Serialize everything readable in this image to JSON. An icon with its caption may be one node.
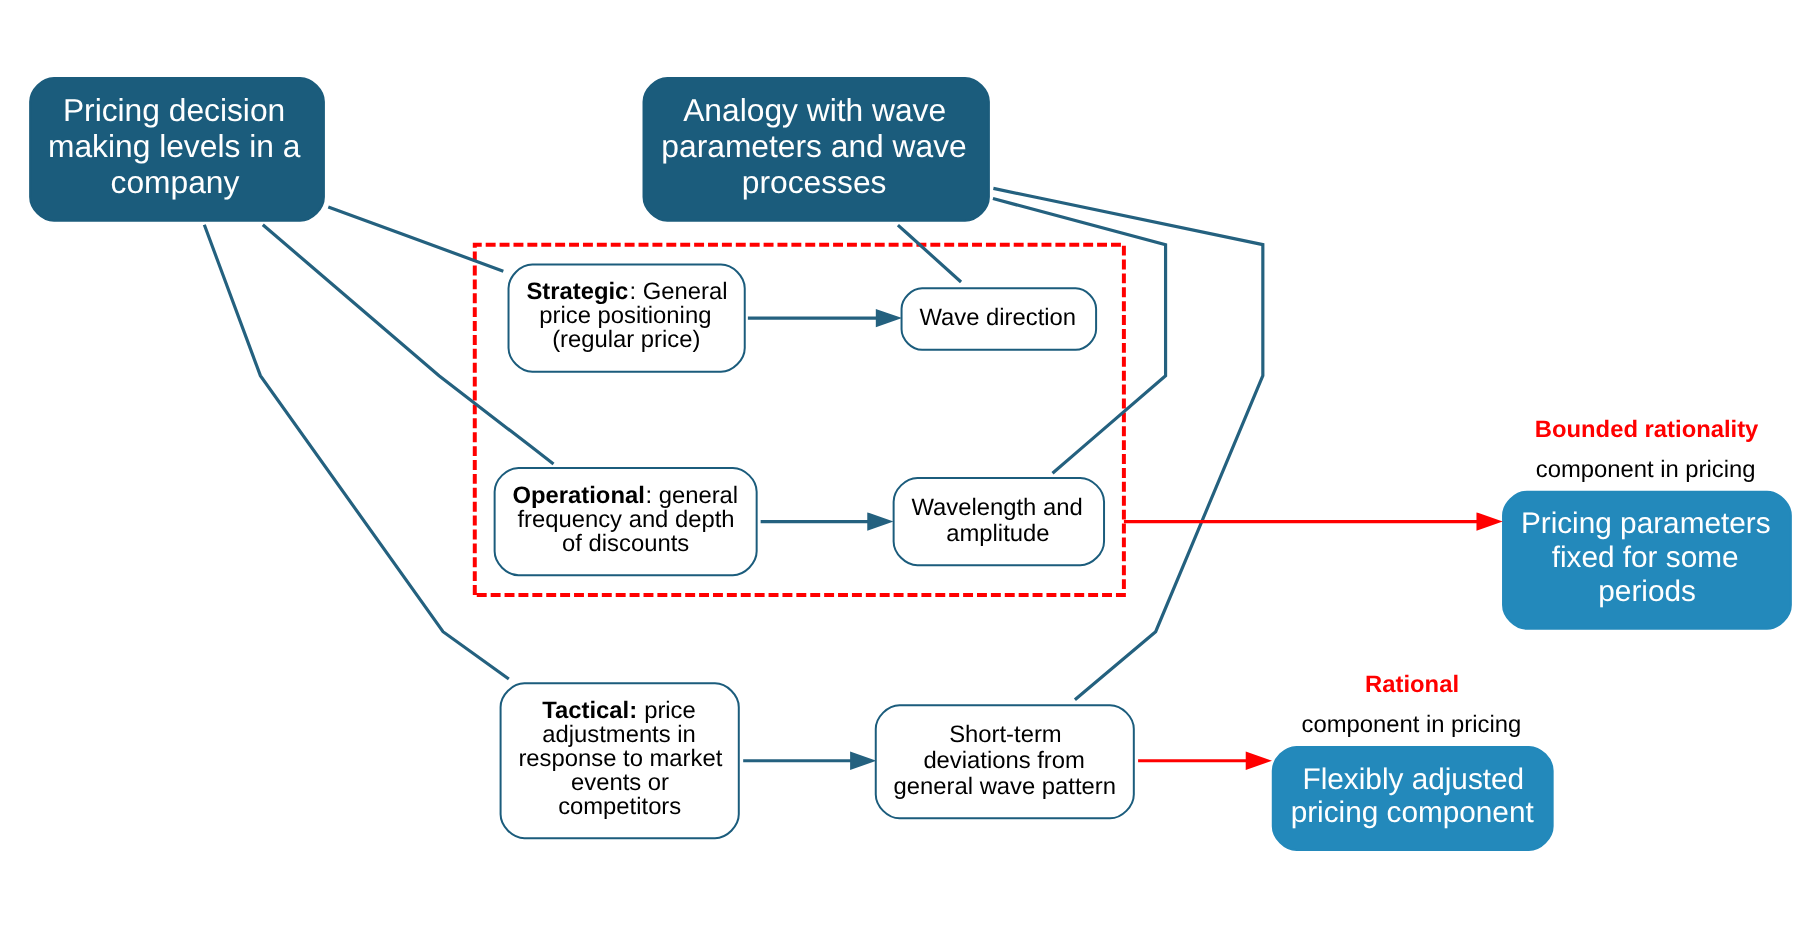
{
  "diagram": {
    "nodes": [
      {
        "text": [
          "Pricing decision making levels in a company"
        ]
      },
      {
        "text": [
          "Analogy with wave parameters and wave processes"
        ]
      },
      {
        "text": [],
        "shape": "box"
      },
      {
        "text": [
          "**Strategic**: General price positioning (regular price)"
        ],
        "in": 2
      },
      {
        "text": [
          "Wave direction"
        ],
        "in": 2
      },
      {
        "text": [
          "**Operational**: general frequency and depth of discounts"
        ],
        "in": 2
      },
      {
        "text": [
          "Wavelength and amplitude"
        ],
        "in": 2
      },
      {
        "text": [
          "**Tactical:** price adjustments in response to market events or competitors"
        ]
      },
      {
        "text": [
          "Short-term deviations from general wave pattern"
        ]
      },
      {
        "text": [
          "Pricing parameters fixed for some periods"
        ],
        "beside": [
          "Bounded rationality",
          "component in pricing"
        ]
      },
      {
        "text": [
          "Flexibly adjusted pricing component"
        ],
        "beside": [
          "Rational",
          "component in pricing"
        ]
      }
    ],
    "edges": [
      {
        "from": 0,
        "to": 3,
        "arrow": "none"
      },
      {
        "from": 0,
        "to": 5,
        "arrow": "none"
      },
      {
        "from": 0,
        "to": 7,
        "arrow": "none"
      },
      {
        "from": 1,
        "to": 4,
        "arrow": "none"
      },
      {
        "from": 1,
        "to": 6,
        "arrow": "none"
      },
      {
        "from": 1,
        "to": 8,
        "arrow": "none"
      },
      {
        "from": 3,
        "to": 4,
        "arrow": "to"
      },
      {
        "from": 5,
        "to": 6,
        "arrow": "to"
      },
      {
        "from": 7,
        "to": 8,
        "arrow": "to"
      },
      {
        "from": 2,
        "to": 9,
        "arrow": "to",
        "color": "#ff0000"
      },
      {
        "from": 8,
        "to": 10,
        "arrow": "to",
        "color": "#ff0000"
      }
    ]
  }
}
